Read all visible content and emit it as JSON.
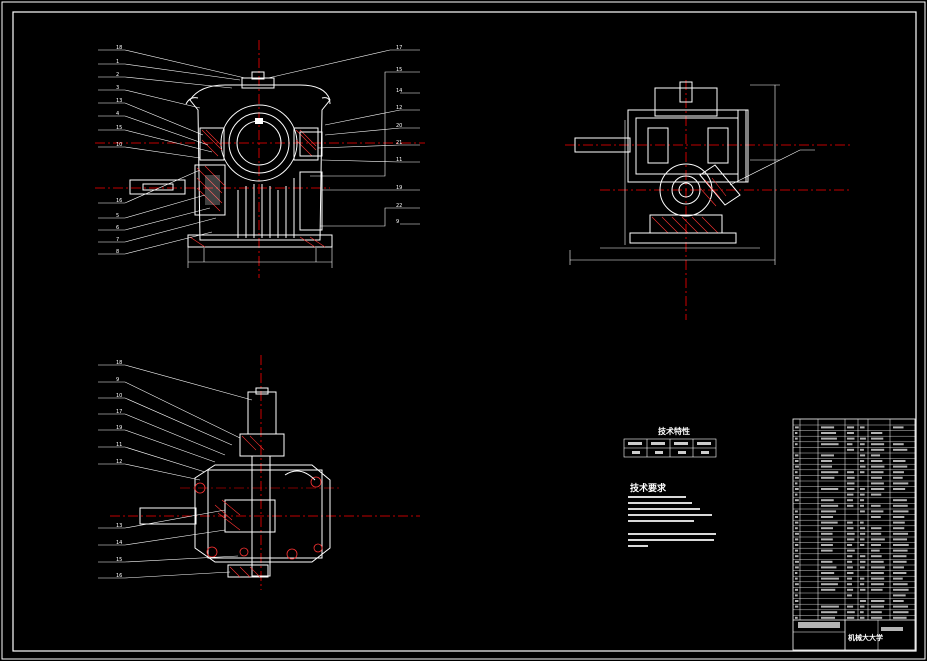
{
  "drawing": {
    "colors": {
      "background": "#000000",
      "outline": "#ffffff",
      "centerline": "#ff0000",
      "hatch": "#ff3333",
      "dimension": "#ffffff"
    },
    "tech_spec_table": {
      "title": "技术特性",
      "headers": [
        "",
        "",
        "",
        ""
      ],
      "row": [
        "",
        "",
        "",
        ""
      ]
    },
    "tech_requirements": {
      "title": "技术要求",
      "lines": [
        "",
        "",
        "",
        "",
        "",
        "",
        ""
      ]
    },
    "title_block": {
      "drawing_name": "",
      "school": "机械大大学",
      "drawing_no": ""
    }
  }
}
